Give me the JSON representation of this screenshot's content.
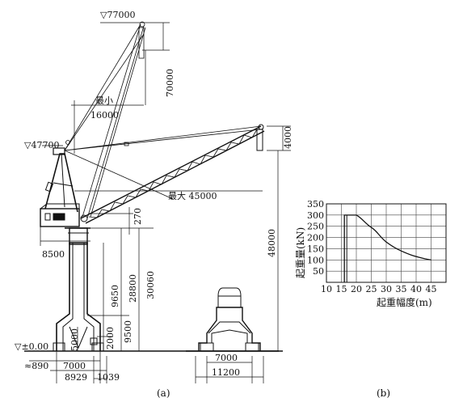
{
  "labels": {
    "el_top": "▽77000",
    "el_mid": "▽47700",
    "el_base": "▽±0.00",
    "min_label": "最小",
    "min_value": "16000",
    "max_label": "最大 45000",
    "dim_70000": "70000",
    "dim_4000": "4000",
    "dim_48000": "48000",
    "dim_270": "270",
    "dim_28800": "28800",
    "dim_30060": "30060",
    "dim_9650": "9650",
    "dim_9500": "9500",
    "dim_2000": "2000",
    "dim_5000": "5000",
    "dim_8500": "8500",
    "dim_890": "≈890",
    "dim_7000_left": "7000",
    "dim_8929": "8929",
    "dim_1039": "1039",
    "dim_7000_right": "7000",
    "dim_11200": "11200",
    "caption_a": "(a)",
    "caption_b": "(b)"
  },
  "chart_data": {
    "type": "line",
    "xlabel": "起重幅度(m)",
    "ylabel": "起重量(kN)",
    "xlim": [
      10,
      50
    ],
    "ylim": [
      0,
      350
    ],
    "xticks": [
      10,
      15,
      20,
      25,
      30,
      35,
      40,
      45
    ],
    "yticks": [
      50,
      100,
      150,
      200,
      250,
      300,
      350
    ],
    "grid": true,
    "series": [
      {
        "x": [
          16,
          16,
          20,
          25,
          30,
          35,
          40,
          45
        ],
        "y": [
          0,
          300,
          300,
          245,
          180,
          140,
          115,
          100
        ]
      }
    ]
  }
}
